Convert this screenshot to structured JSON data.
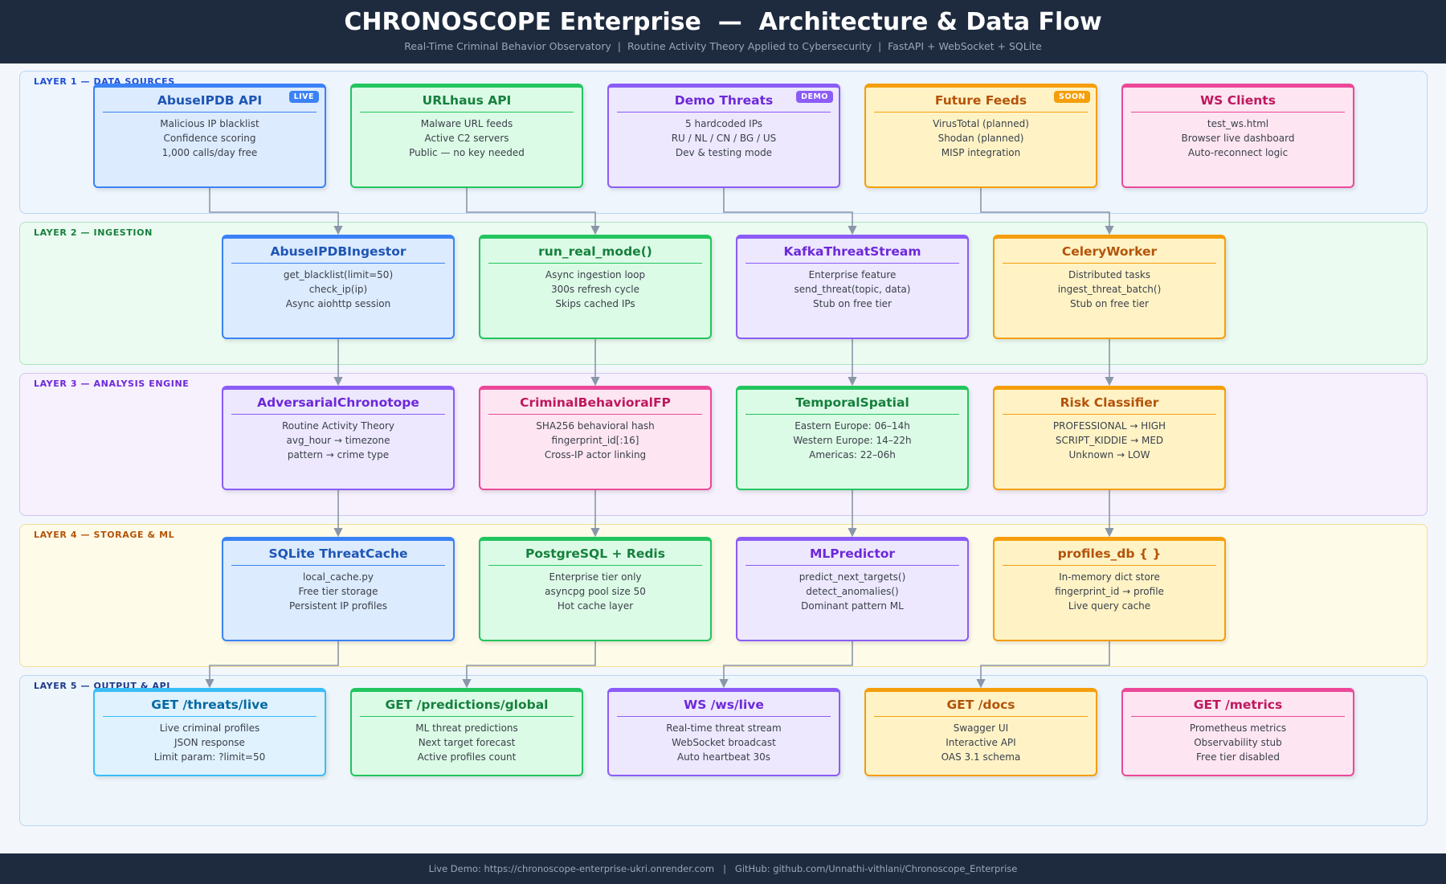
{
  "header": {
    "title": "CHRONOSCOPE Enterprise  —  Architecture & Data Flow",
    "subtitle": "Real-Time Criminal Behavior Observatory  |  Routine Activity Theory Applied to Cybersecurity  |  FastAPI + WebSocket + SQLite"
  },
  "footer": {
    "text": "Live Demo: https://chronoscope-enterprise-ukri.onrender.com   |   GitHub: github.com/Unnathi-vithlani/Chronoscope_Enterprise"
  },
  "colors": {
    "blue": "#3b82f6",
    "green": "#22c55e",
    "purple": "#8b5cf6",
    "orange": "#f59e0b",
    "pink": "#ec4899",
    "sky": "#38bdf8",
    "connector": "#8a97a8"
  },
  "layers": [
    {
      "label": "LAYER 1  —  DATA SOURCES",
      "boxes": [
        {
          "title": "AbuseIPDB API",
          "badge": "LIVE",
          "lines": [
            "Malicious IP blacklist",
            "Confidence scoring",
            "1,000 calls/day free"
          ]
        },
        {
          "title": "URLhaus API",
          "lines": [
            "Malware URL feeds",
            "Active C2 servers",
            "Public — no key needed"
          ]
        },
        {
          "title": "Demo Threats",
          "badge": "DEMO",
          "lines": [
            "5 hardcoded IPs",
            "RU / NL / CN / BG / US",
            "Dev & testing mode"
          ]
        },
        {
          "title": "Future Feeds",
          "badge": "SOON",
          "lines": [
            "VirusTotal (planned)",
            "Shodan (planned)",
            "MISP integration"
          ]
        },
        {
          "title": "WS Clients",
          "lines": [
            "test_ws.html",
            "Browser live dashboard",
            "Auto-reconnect logic"
          ]
        }
      ]
    },
    {
      "label": "LAYER 2  —  INGESTION",
      "boxes": [
        {
          "title": "AbuseIPDBIngestor",
          "lines": [
            "get_blacklist(limit=50)",
            "check_ip(ip)",
            "Async aiohttp session"
          ]
        },
        {
          "title": "run_real_mode()",
          "lines": [
            "Async ingestion loop",
            "300s refresh cycle",
            "Skips cached IPs"
          ]
        },
        {
          "title": "KafkaThreatStream",
          "lines": [
            "Enterprise feature",
            "send_threat(topic, data)",
            "Stub on free tier"
          ]
        },
        {
          "title": "CeleryWorker",
          "lines": [
            "Distributed tasks",
            "ingest_threat_batch()",
            "Stub on free tier"
          ]
        }
      ]
    },
    {
      "label": "LAYER 3  —  ANALYSIS ENGINE",
      "boxes": [
        {
          "title": "AdversarialChronotope",
          "lines": [
            "Routine Activity Theory",
            "avg_hour → timezone",
            "pattern → crime type"
          ]
        },
        {
          "title": "CriminalBehavioralFP",
          "lines": [
            "SHA256 behavioral hash",
            "fingerprint_id[:16]",
            "Cross-IP actor linking"
          ]
        },
        {
          "title": "TemporalSpatial",
          "lines": [
            "Eastern Europe: 06–14h",
            "Western Europe: 14–22h",
            "Americas: 22–06h"
          ]
        },
        {
          "title": "Risk Classifier",
          "lines": [
            "PROFESSIONAL → HIGH",
            "SCRIPT_KIDDIE → MED",
            "Unknown → LOW"
          ]
        }
      ]
    },
    {
      "label": "LAYER 4  —  STORAGE & ML",
      "boxes": [
        {
          "title": "SQLite ThreatCache",
          "lines": [
            "local_cache.py",
            "Free tier storage",
            "Persistent IP profiles"
          ]
        },
        {
          "title": "PostgreSQL + Redis",
          "lines": [
            "Enterprise tier only",
            "asyncpg pool size 50",
            "Hot cache layer"
          ]
        },
        {
          "title": "MLPredictor",
          "lines": [
            "predict_next_targets()",
            "detect_anomalies()",
            "Dominant pattern ML"
          ]
        },
        {
          "title": "profiles_db { }",
          "lines": [
            "In-memory dict store",
            "fingerprint_id → profile",
            "Live query cache"
          ]
        }
      ]
    },
    {
      "label": "LAYER 5  —  OUTPUT & API",
      "boxes": [
        {
          "title": "GET /threats/live",
          "lines": [
            "Live criminal profiles",
            "JSON response",
            "Limit param: ?limit=50"
          ]
        },
        {
          "title": "GET /predictions/global",
          "lines": [
            "ML threat predictions",
            "Next target forecast",
            "Active profiles count"
          ]
        },
        {
          "title": "WS /ws/live",
          "lines": [
            "Real-time threat stream",
            "WebSocket broadcast",
            "Auto heartbeat 30s"
          ]
        },
        {
          "title": "GET /docs",
          "lines": [
            "Swagger UI",
            "Interactive API",
            "OAS 3.1 schema"
          ]
        },
        {
          "title": "GET /metrics",
          "lines": [
            "Prometheus metrics",
            "Observability stub",
            "Free tier disabled"
          ]
        }
      ]
    }
  ]
}
